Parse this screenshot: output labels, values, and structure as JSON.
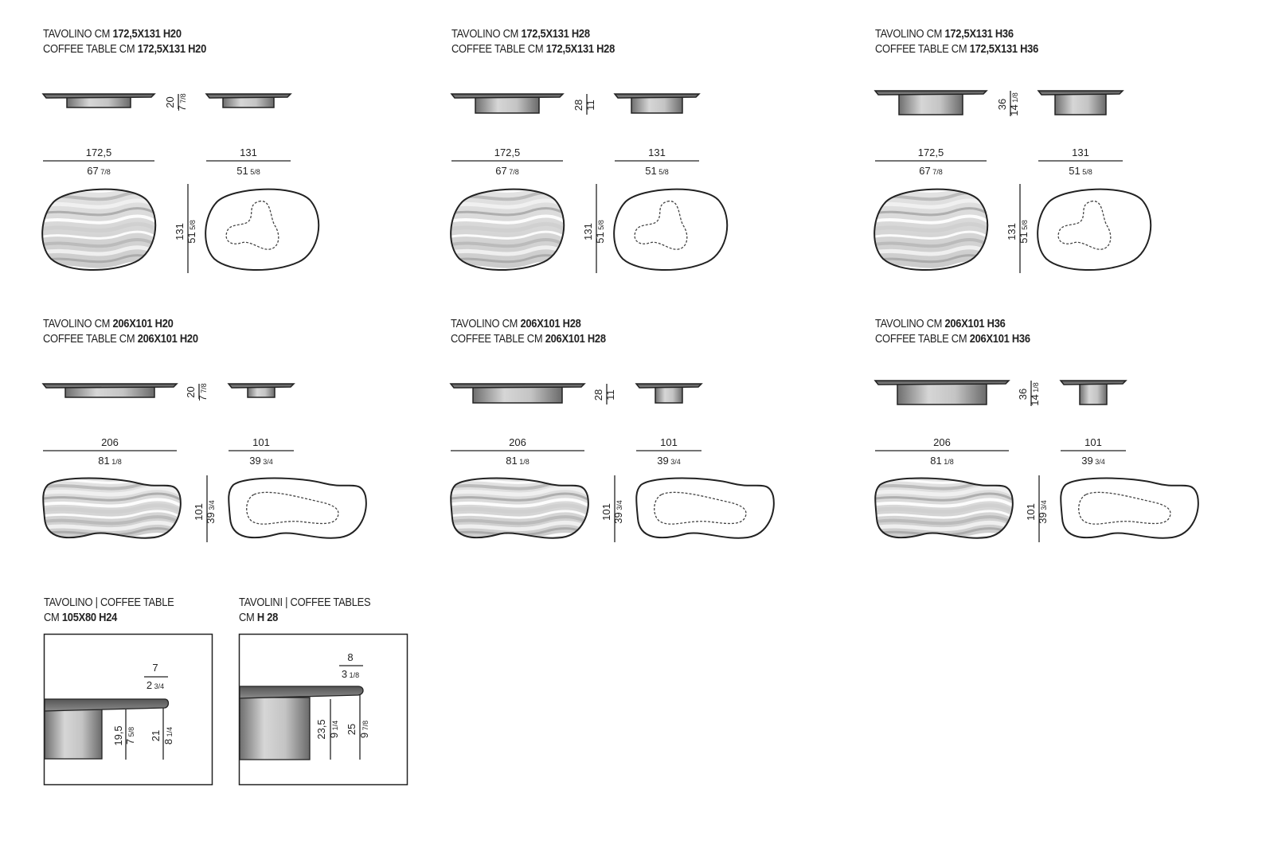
{
  "tables": [
    {
      "line1_prefix": "TAVOLINO CM",
      "line2_prefix": "COFFEE TABLE CM",
      "size": "172,5X131 H20",
      "length_cm": "172,5",
      "length_in": "67",
      "length_in_frac": "7/8",
      "width_cm": "131",
      "width_in": "51",
      "width_in_frac": "5/8",
      "height_cm": "20",
      "height_in": "7",
      "height_in_frac": "7/8"
    },
    {
      "line1_prefix": "TAVOLINO CM",
      "line2_prefix": "COFFEE TABLE CM",
      "size": "172,5X131 H28",
      "length_cm": "172,5",
      "length_in": "67",
      "length_in_frac": "7/8",
      "width_cm": "131",
      "width_in": "51",
      "width_in_frac": "5/8",
      "height_cm": "28",
      "height_in": "11",
      "height_in_frac": ""
    },
    {
      "line1_prefix": "TAVOLINO CM",
      "line2_prefix": "COFFEE TABLE CM",
      "size": "172,5X131 H36",
      "length_cm": "172,5",
      "length_in": "67",
      "length_in_frac": "7/8",
      "width_cm": "131",
      "width_in": "51",
      "width_in_frac": "5/8",
      "height_cm": "36",
      "height_in": "14",
      "height_in_frac": "1/8"
    },
    {
      "line1_prefix": "TAVOLINO CM",
      "line2_prefix": "COFFEE TABLE CM",
      "size": "206X101 H20",
      "length_cm": "206",
      "length_in": "81",
      "length_in_frac": "1/8",
      "width_cm": "101",
      "width_in": "39",
      "width_in_frac": "3/4",
      "height_cm": "20",
      "height_in": "7",
      "height_in_frac": "7/8"
    },
    {
      "line1_prefix": "TAVOLINO CM",
      "line2_prefix": "COFFEE TABLE CM",
      "size": "206X101 H28",
      "length_cm": "206",
      "length_in": "81",
      "length_in_frac": "1/8",
      "width_cm": "101",
      "width_in": "39",
      "width_in_frac": "3/4",
      "height_cm": "28",
      "height_in": "11",
      "height_in_frac": ""
    },
    {
      "line1_prefix": "TAVOLINO CM",
      "line2_prefix": "COFFEE TABLE CM",
      "size": "206X101 H36",
      "length_cm": "206",
      "length_in": "81",
      "length_in_frac": "1/8",
      "width_cm": "101",
      "width_in": "39",
      "width_in_frac": "3/4",
      "height_cm": "36",
      "height_in": "14",
      "height_in_frac": "1/8"
    }
  ],
  "details": [
    {
      "title_line1": "TAVOLINO  |  COFFEE TABLE",
      "title_line2_prefix": "CM",
      "title_line2_bold": "105X80 H24",
      "top_cm": "7",
      "top_in": "2",
      "top_in_frac": "3/4",
      "base_cm": "19,5",
      "base_in": "7",
      "base_in_frac": "5/8",
      "total_cm": "21",
      "total_in": "8",
      "total_in_frac": "1/4"
    },
    {
      "title_line1": "TAVOLINI  |  COFFEE TABLES",
      "title_line2_prefix": "CM",
      "title_line2_bold": "H 28",
      "top_cm": "8",
      "top_in": "3",
      "top_in_frac": "1/8",
      "base_cm": "23,5",
      "base_in": "9",
      "base_in_frac": "1/4",
      "total_cm": "25",
      "total_in": "9",
      "total_in_frac": "7/8"
    }
  ]
}
